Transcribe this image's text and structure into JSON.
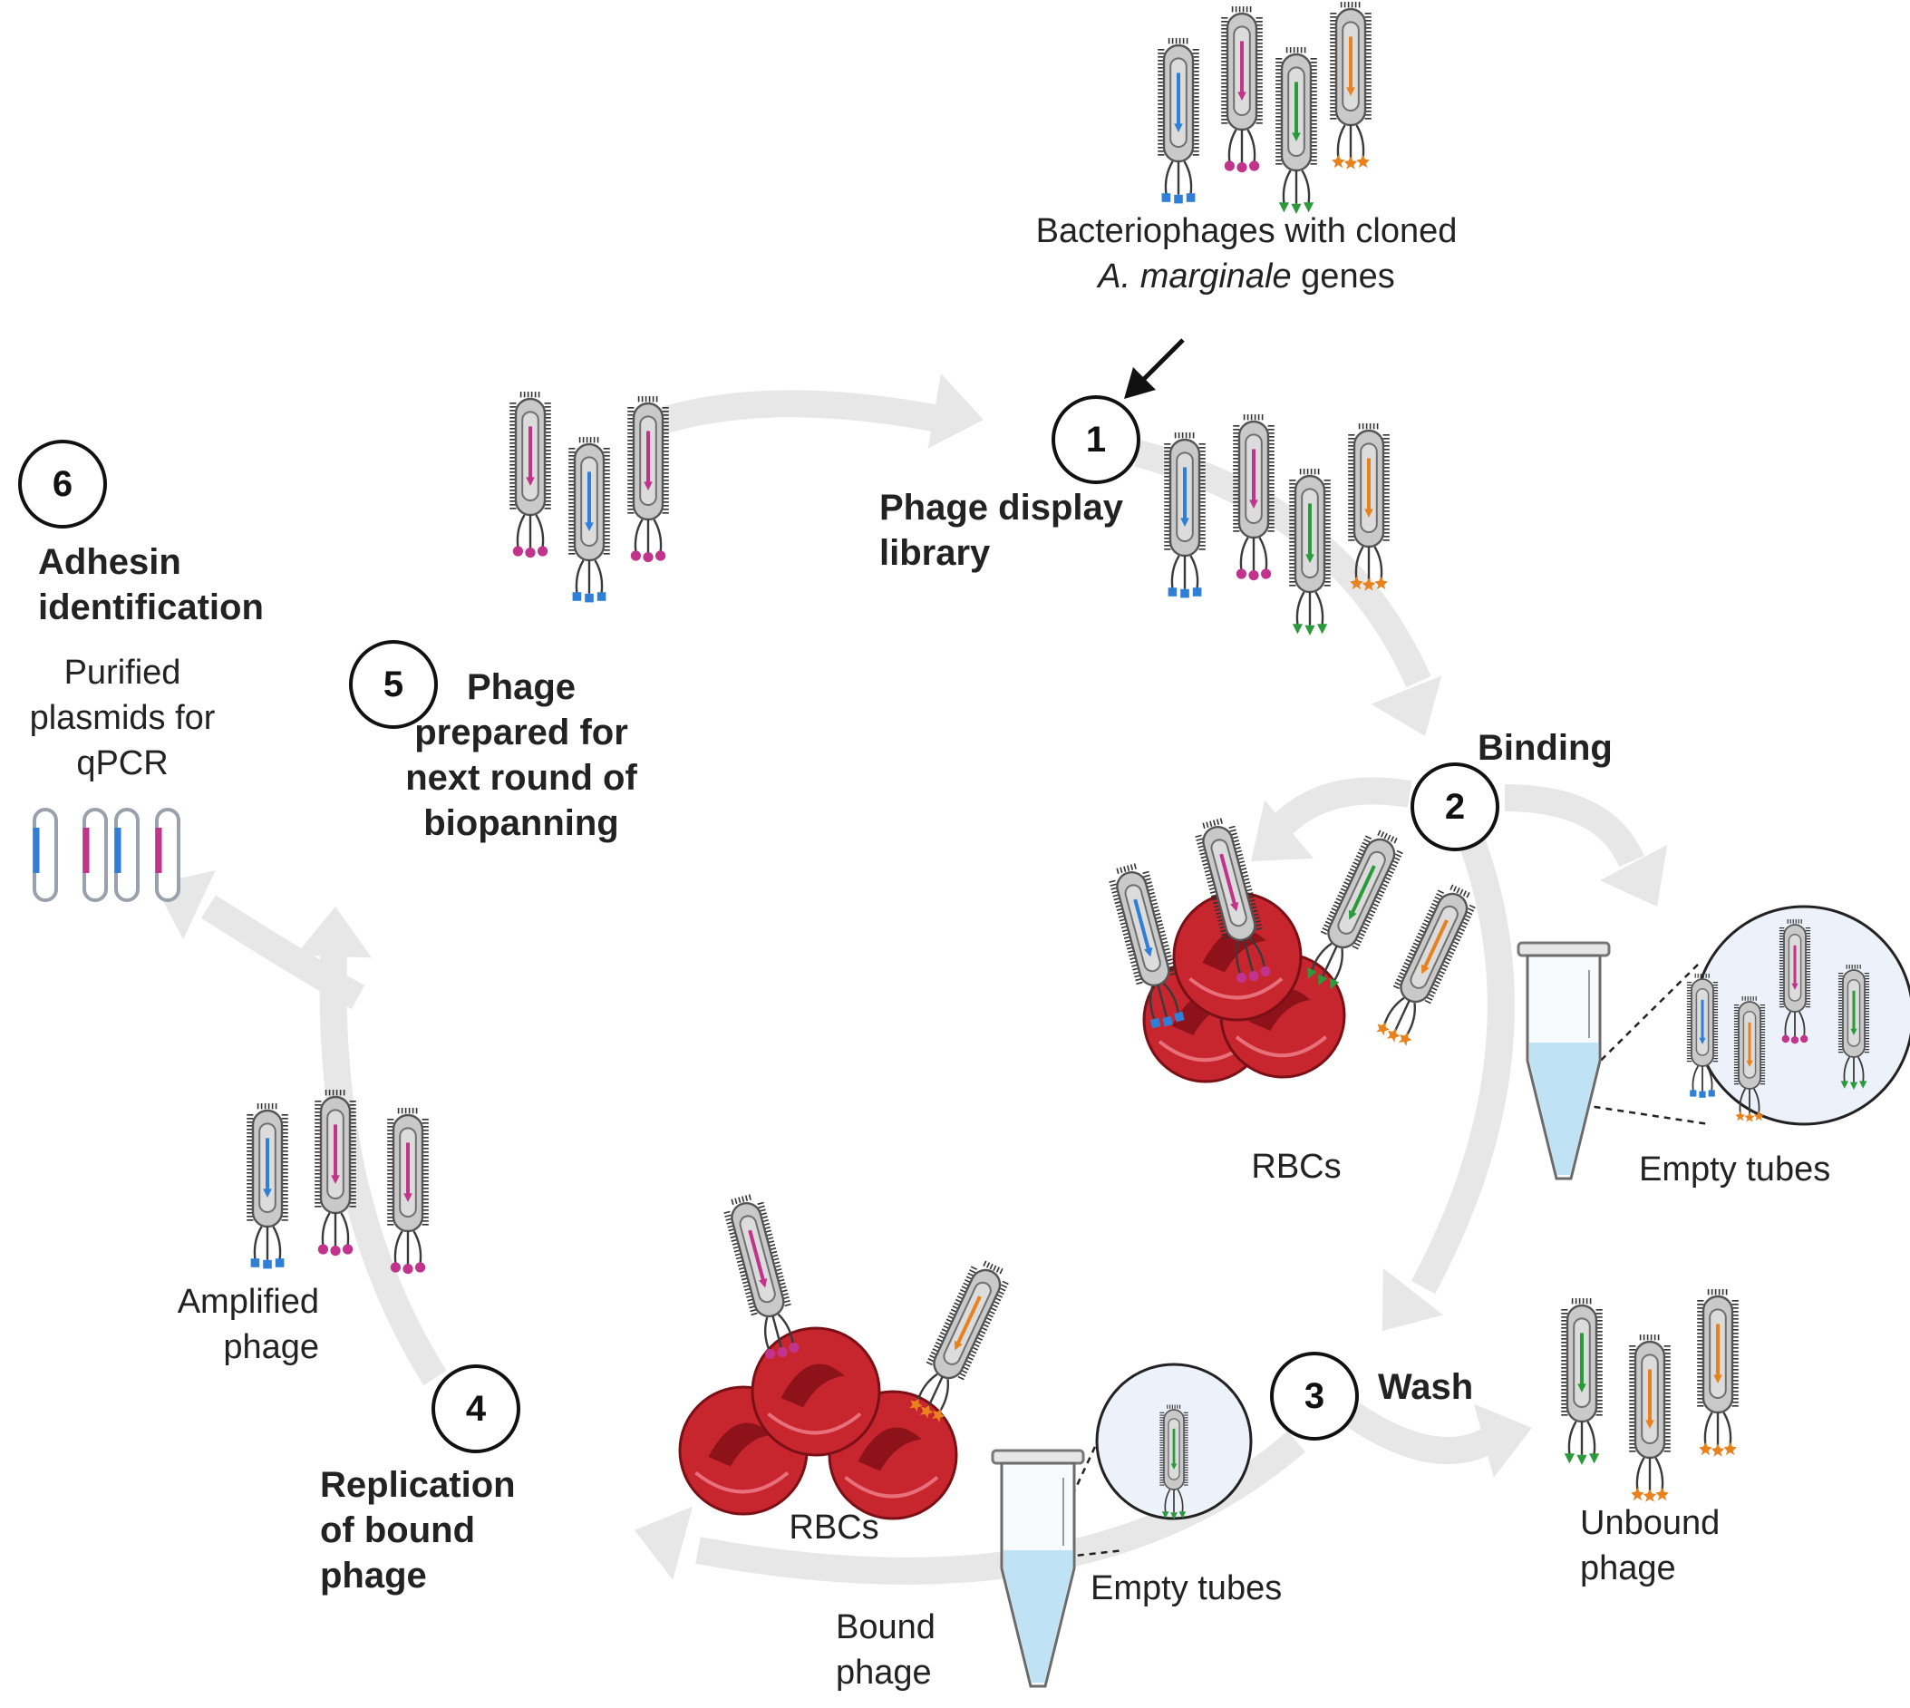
{
  "source_text": {
    "label": "Bacteriophages with cloned",
    "italic": "A. marginale",
    "label_end": "genes"
  },
  "steps": [
    {
      "number": "1",
      "title": "Phage display library"
    },
    {
      "number": "2",
      "title": "Binding"
    },
    {
      "number": "3",
      "title": "Wash"
    },
    {
      "number": "4",
      "title": "Replication of bound phage"
    },
    {
      "number": "5",
      "title": "Phage prepared for next round of biopanning"
    },
    {
      "number": "6",
      "title": "Adhesin identification"
    }
  ],
  "labels": {
    "rbcs_top": "RBCs",
    "rbcs_bottom": "RBCs",
    "empty_tubes_top": "Empty tubes",
    "empty_tubes_bottom": "Empty tubes",
    "unbound_phage": "Unbound phage",
    "bound_phage": "Bound phage",
    "amplified_phage": "Amplified phage",
    "purified_plasmids": "Purified plasmids for qPCR"
  },
  "colors": {
    "blue": "#2f7fd6",
    "magenta": "#c2338c",
    "green": "#2a9a3a",
    "orange": "#e8821e",
    "rbc": "#c8262e",
    "flow_arrow": "#e7e7e7",
    "tube_liquid": "#bfe3f5"
  }
}
